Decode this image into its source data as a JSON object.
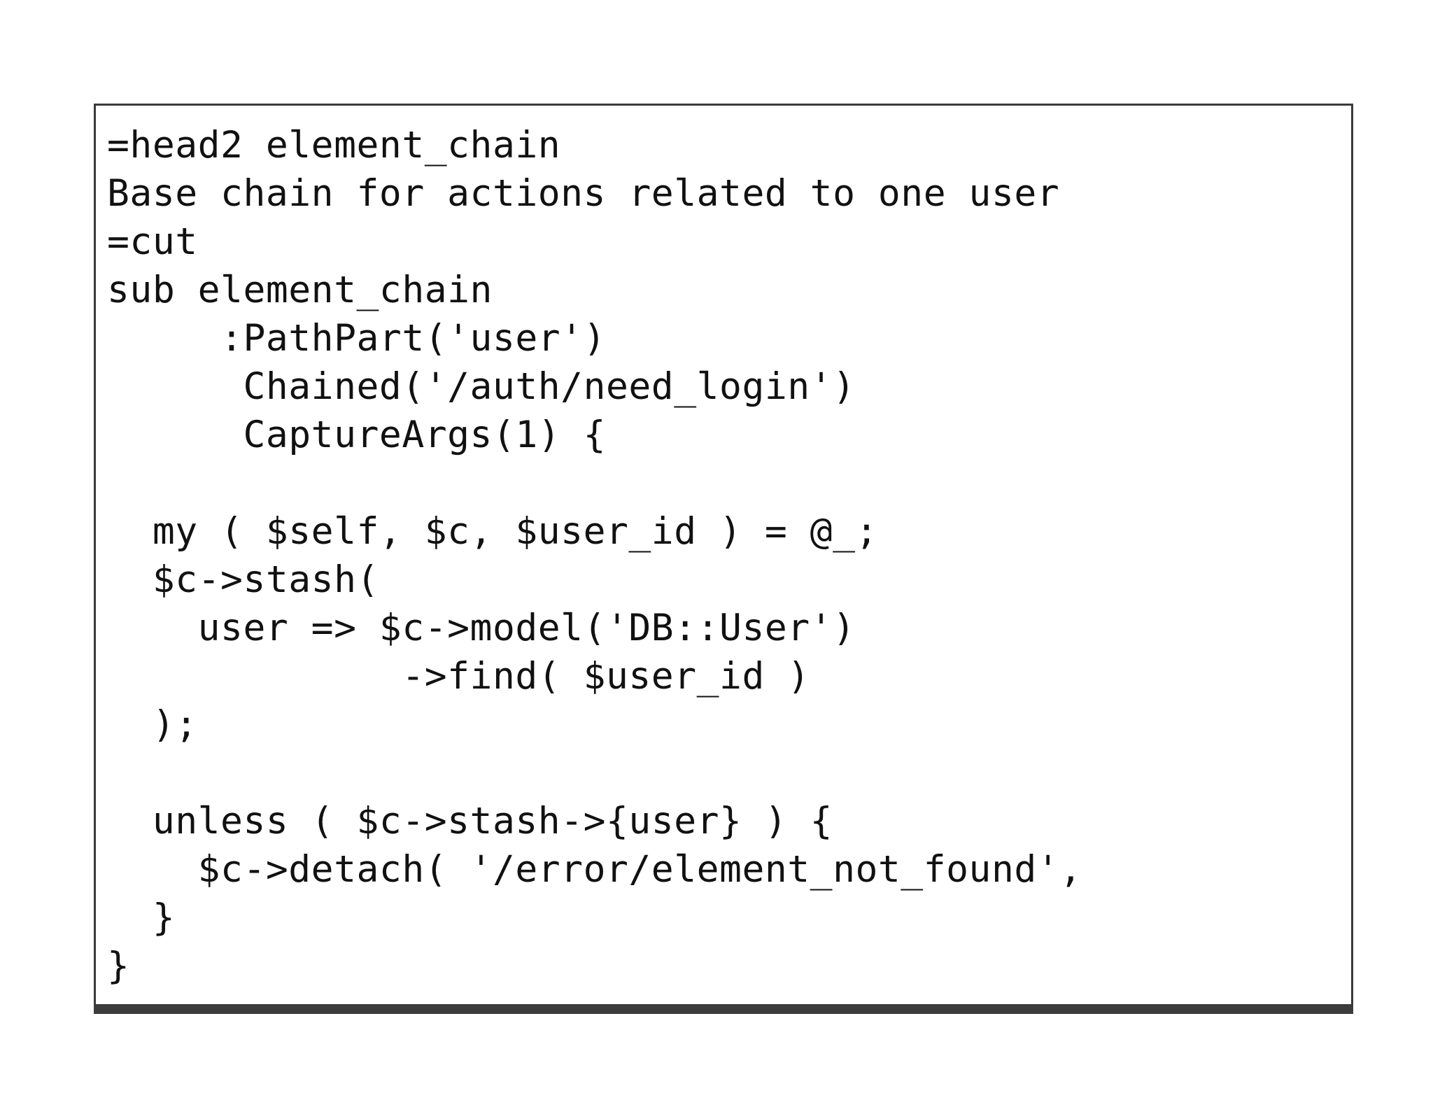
{
  "slide": {
    "kind": "code-listing-slide",
    "background_color": "#ffffff",
    "box": {
      "border_color": "#3a3a3a",
      "fill_color": "#ffffff",
      "shadow_color": "#3c3c3c"
    },
    "text_color": "#111111"
  },
  "code": {
    "language": "perl",
    "lines": [
      "=head2 element_chain",
      "Base chain for actions related to one user",
      "=cut",
      "sub element_chain",
      "     :PathPart('user')",
      "      Chained('/auth/need_login')",
      "      CaptureArgs(1) {",
      "",
      "  my ( $self, $c, $user_id ) = @_;",
      "  $c->stash(",
      "    user => $c->model('DB::User')",
      "             ->find( $user_id )",
      "  );",
      "",
      "  unless ( $c->stash->{user} ) {",
      "    $c->detach( '/error/element_not_found',",
      "  }",
      "}"
    ]
  }
}
